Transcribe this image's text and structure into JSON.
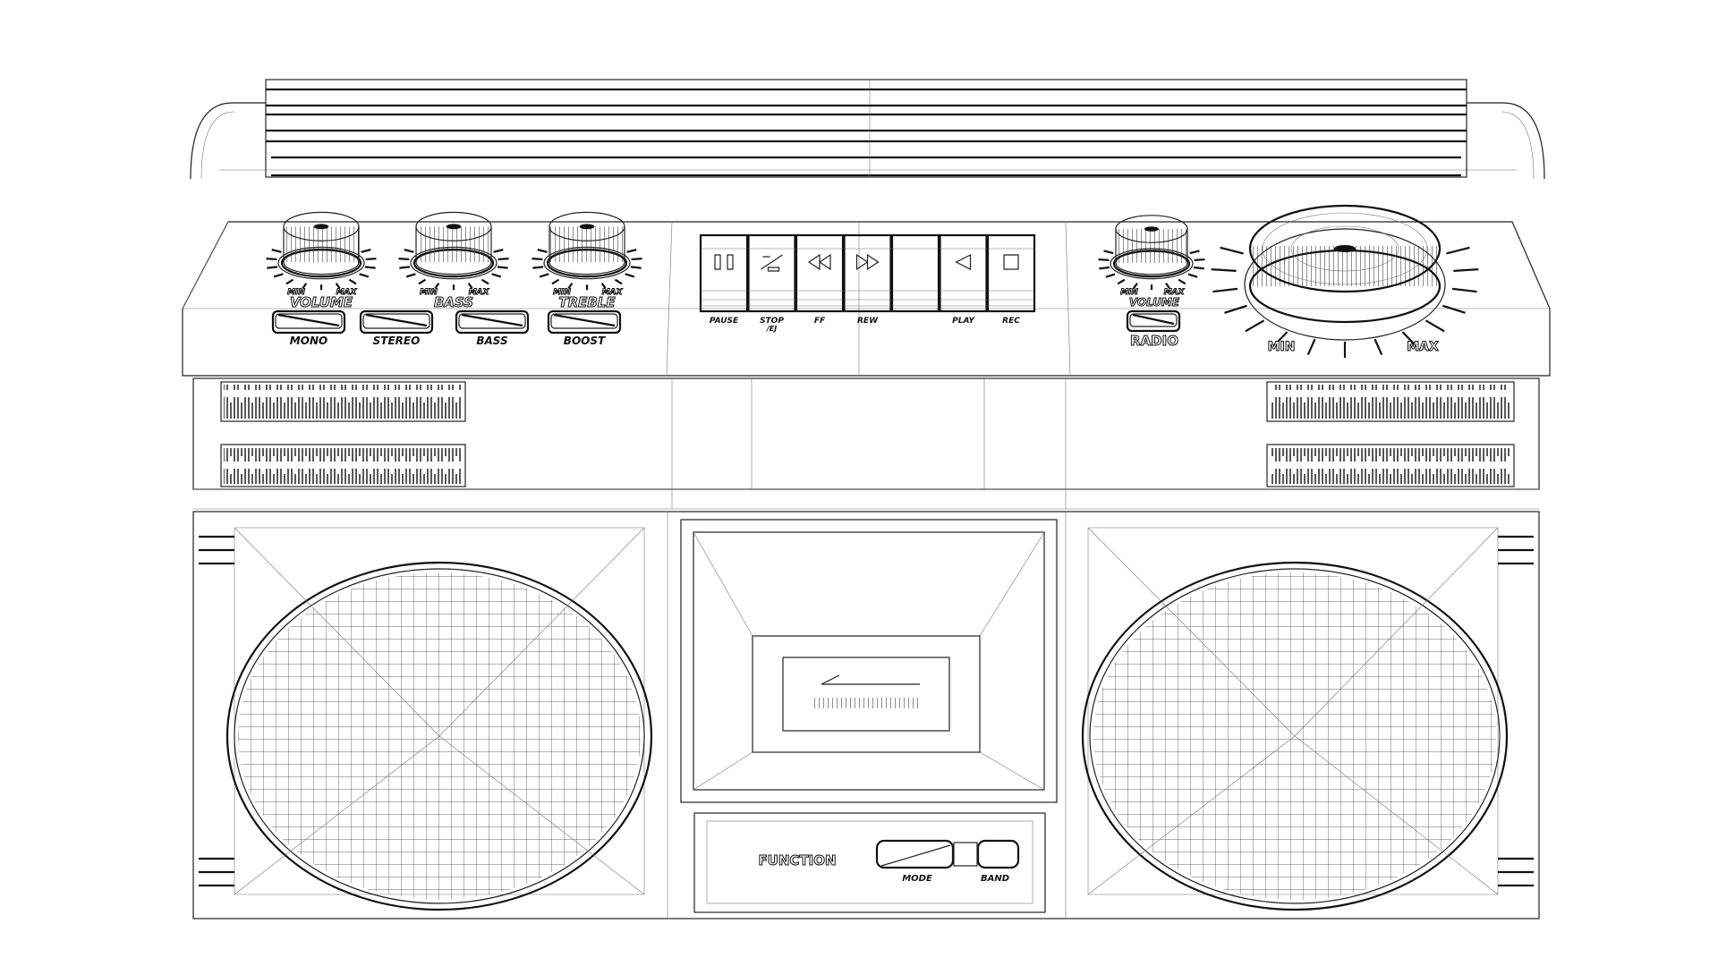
{
  "left_panel": {
    "knobs": [
      {
        "label": "VOLUME",
        "min": "MIN",
        "max": "MAX"
      },
      {
        "label": "BASS",
        "min": "MIN",
        "max": "MAX"
      },
      {
        "label": "TREBLE",
        "min": "MIN",
        "max": "MAX"
      }
    ],
    "buttons": [
      "MONO",
      "STEREO",
      "BASS",
      "BOOST"
    ]
  },
  "tape_controls": {
    "buttons": [
      {
        "label": "PAUSE",
        "icon": "pause-icon"
      },
      {
        "label": "STOP",
        "sub": "/EJ",
        "icon": "eject-icon"
      },
      {
        "label": "FF",
        "icon": "rewind-icon"
      },
      {
        "label": "REW",
        "icon": "fast-forward-icon"
      },
      {
        "label": "",
        "icon": ""
      },
      {
        "label": "PLAY",
        "icon": "play-icon"
      },
      {
        "label": "REC",
        "icon": "record-icon"
      }
    ]
  },
  "right_panel": {
    "volume": {
      "label": "VOLUME",
      "min": "MIN",
      "max": "MAX"
    },
    "radio_button": "RADIO",
    "tuning": {
      "min": "MIN",
      "max": "MAX"
    }
  },
  "function_panel": {
    "label": "FUNCTION",
    "mode": "MODE",
    "band": "BAND"
  }
}
